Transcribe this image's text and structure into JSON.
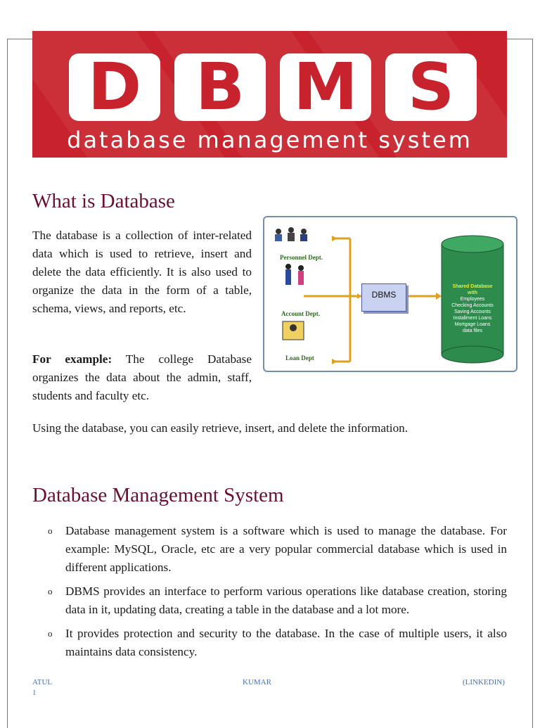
{
  "banner": {
    "letters": [
      "D",
      "B",
      "M",
      "S"
    ],
    "subtitle": "database management system"
  },
  "section1": {
    "heading": "What is Database",
    "paragraph1": "The database is a collection of inter-related data which is used to retrieve, insert and delete the data efficiently. It is also used to organize the data in the form of a table, schema, views, and reports, etc.",
    "example_label": "For example:",
    "example_text": " The college Database organizes the data about the admin, staff, students and faculty etc.",
    "paragraph3": "Using the database, you can easily retrieve, insert, and delete the information."
  },
  "diagram": {
    "dept1": "Personnel Dept.",
    "dept2": "Account Dept.",
    "dept3": "Loan Dept",
    "dbms": "DBMS",
    "db_title1": "Shared Database",
    "db_title2": "with",
    "db_items": [
      "Employees",
      "Checking Accounts",
      "Saving Accounts",
      "Installment Loans",
      "Mortgage Loans",
      "data files"
    ]
  },
  "section2": {
    "heading": "Database Management System",
    "bullet_marker": "o",
    "bullets": [
      "Database management system is a software which is used to manage the database. For example: MySQL, Oracle, etc are a very popular commercial database which is used in different applications.",
      "DBMS provides an interface to perform various operations like database creation, storing data in it, updating data, creating a table in the database and a lot more.",
      "It provides protection and security to the database. In the case of multiple users, it also maintains data consistency."
    ]
  },
  "footer": {
    "left": "ATUL",
    "page_number": "1",
    "center": "KUMAR",
    "right": "(LINKEDIN)"
  }
}
